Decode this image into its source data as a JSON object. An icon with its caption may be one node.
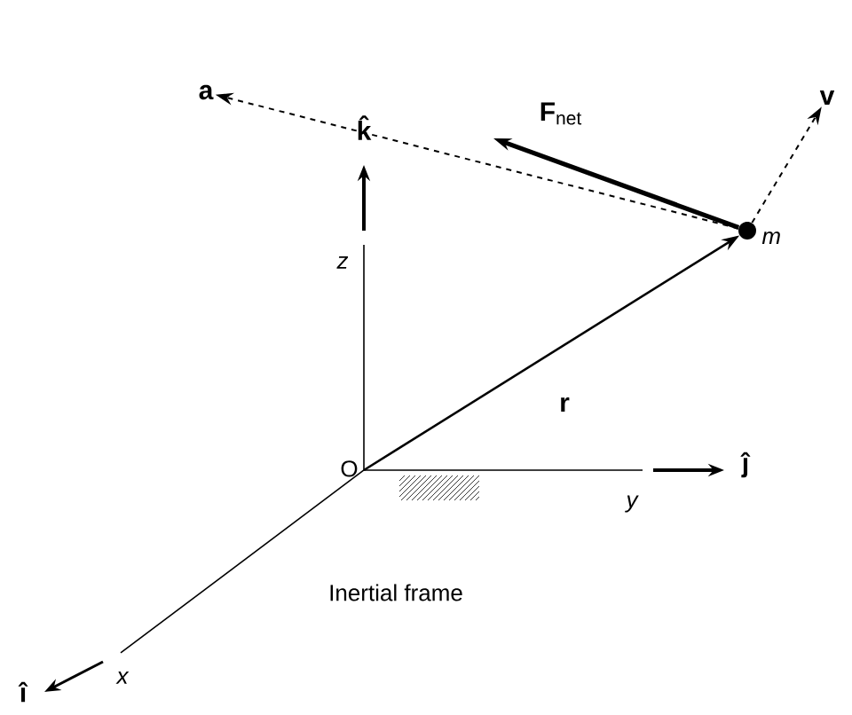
{
  "diagram": {
    "nodes": [
      {
        "text": [
          "O"
        ]
      },
      {
        "text": [],
        "shape": "circle",
        "beside": [
          "m"
        ]
      },
      {
        "text": [
          "a"
        ]
      },
      {
        "text": [
          "v"
        ]
      }
    ],
    "edges": [
      {
        "from": 0,
        "to": 1,
        "arrow": "to",
        "label": "r"
      },
      {
        "from": 1,
        "to": 2,
        "arrow": "to",
        "style": "dashed"
      },
      {
        "from": 1,
        "to": 3,
        "arrow": "to",
        "style": "dashed"
      },
      {
        "from": 1,
        "to": null,
        "arrow": "to",
        "style": "thick",
        "label": "**F**$_{net}$"
      }
    ],
    "labels": [
      "k̂",
      "z",
      "ĵ",
      "y",
      "Inertial frame",
      "î",
      "x"
    ]
  }
}
